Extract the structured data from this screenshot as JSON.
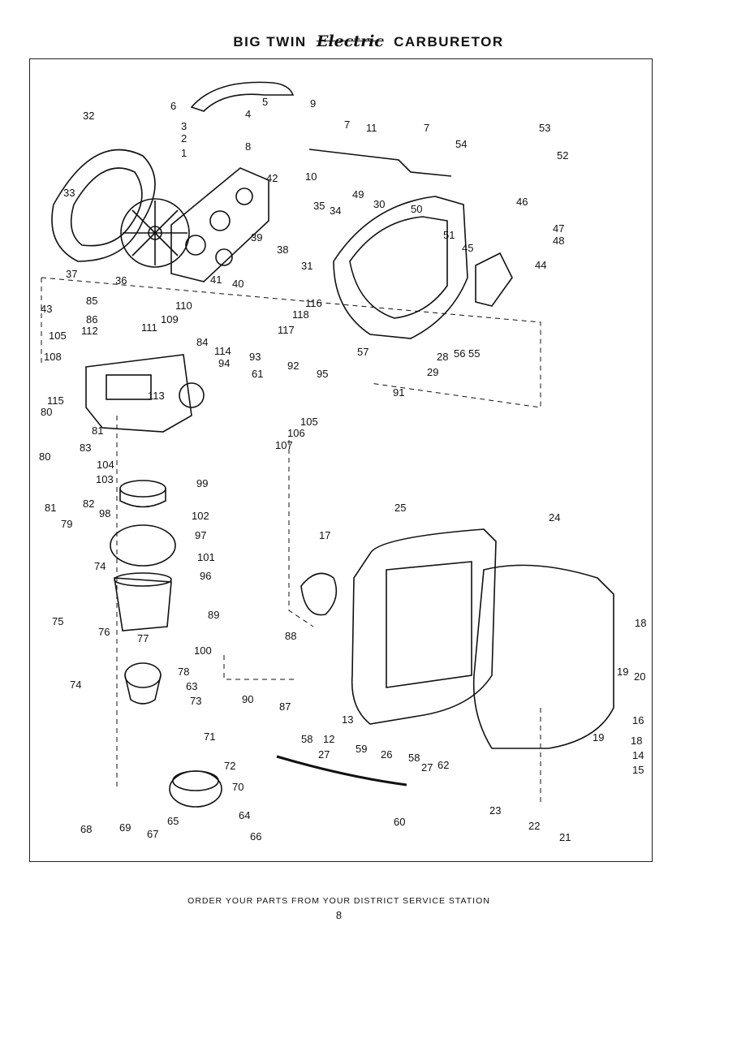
{
  "header": {
    "title_left": "BIG TWIN",
    "title_script": "Electric",
    "title_right": "CARBURETOR"
  },
  "diagram": {
    "callouts": [
      "1",
      "2",
      "3",
      "4",
      "5",
      "6",
      "7",
      "7",
      "8",
      "9",
      "10",
      "11",
      "12",
      "13",
      "14",
      "15",
      "16",
      "17",
      "18",
      "18",
      "19",
      "19",
      "20",
      "21",
      "22",
      "23",
      "24",
      "25",
      "26",
      "27",
      "27",
      "28",
      "29",
      "30",
      "31",
      "32",
      "33",
      "34",
      "35",
      "36",
      "37",
      "38",
      "39",
      "40",
      "41",
      "42",
      "43",
      "44",
      "45",
      "46",
      "47",
      "48",
      "49",
      "50",
      "51",
      "52",
      "53",
      "54",
      "55",
      "56",
      "57",
      "58",
      "58",
      "59",
      "60",
      "61",
      "62",
      "63",
      "64",
      "65",
      "66",
      "67",
      "68",
      "69",
      "70",
      "71",
      "72",
      "73",
      "74",
      "74",
      "75",
      "76",
      "77",
      "78",
      "79",
      "80",
      "80",
      "81",
      "81",
      "82",
      "83",
      "84",
      "85",
      "86",
      "87",
      "88",
      "89",
      "90",
      "91",
      "92",
      "93",
      "94",
      "95",
      "96",
      "97",
      "98",
      "99",
      "100",
      "101",
      "102",
      "103",
      "104",
      "105",
      "105",
      "106",
      "107",
      "108",
      "109",
      "110",
      "111",
      "112",
      "113",
      "114",
      "115",
      "116",
      "117",
      "118"
    ]
  },
  "footer": {
    "order_text": "ORDER YOUR PARTS FROM YOUR DISTRICT SERVICE STATION",
    "page_number": "8"
  }
}
